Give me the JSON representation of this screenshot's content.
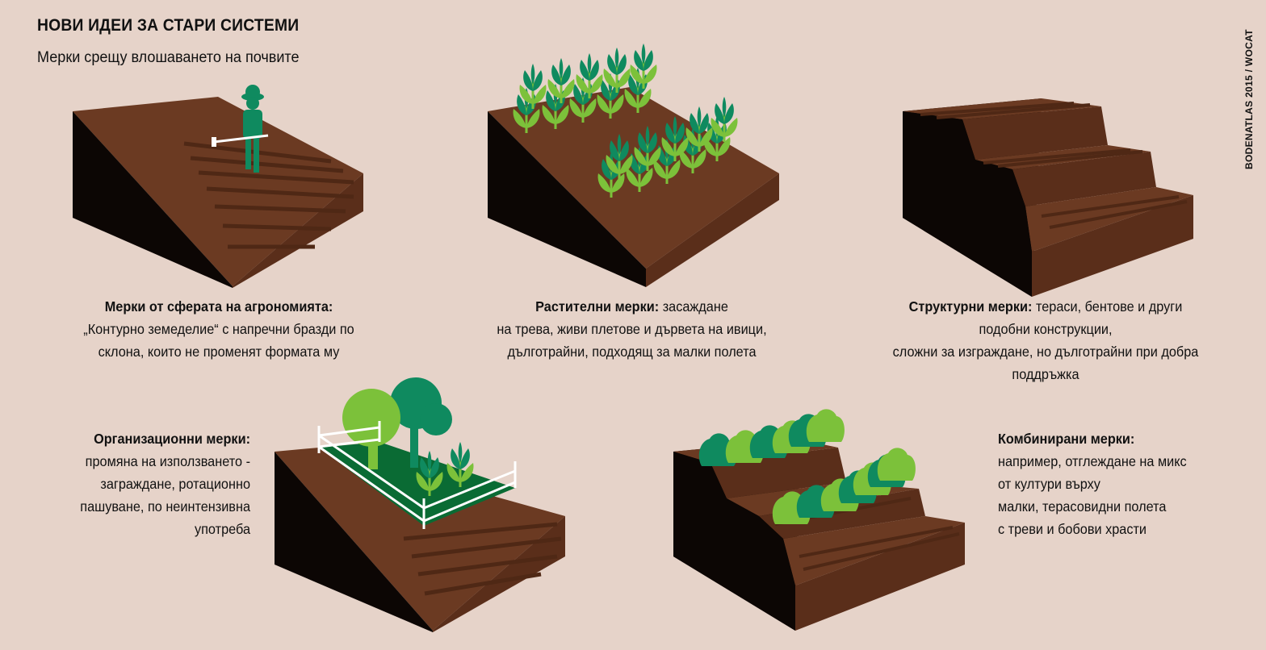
{
  "header": {
    "title": "НОВИ ИДЕИ ЗА СТАРИ СИСТЕМИ",
    "subtitle": "Мерки срещу влошаването на почвите",
    "credit": "BODENATLAS 2015 / WOCAT"
  },
  "colors": {
    "background": "#e6d3c9",
    "soil_top": "#6b3a22",
    "soil_side": "#5a2e1a",
    "soil_dark": "#0c0604",
    "green_dark": "#0f8a5f",
    "green_light": "#7cc13a"
  },
  "captions": {
    "agronomy": {
      "title": "Мерки от сферата на агрономията:",
      "lines": [
        "„Контурно земеделие“ с напречни бразди по",
        "склона, които не променят формата му"
      ]
    },
    "vegetative": {
      "title": "Растителни мерки:",
      "first": " засаждане",
      "lines": [
        "на трева, живи плетове и дървета на ивици,",
        "дълготрайни, подходящ за малки полета"
      ]
    },
    "structural": {
      "title": "Структурни мерки:",
      "first": " тераси, бентове и други",
      "lines": [
        "подобни конструкции,",
        "сложни за изграждане, но дълготрайни при добра",
        "поддръжка"
      ]
    },
    "management": {
      "title": "Организационни мерки:",
      "lines": [
        "промяна на използването -",
        "заграждане, ротационно",
        "пашуване, по неинтензивна",
        "употреба"
      ]
    },
    "combined": {
      "title": "Комбинирани мерки:",
      "lines": [
        "например, отглеждане на микс",
        "от култури върху",
        "малки, терасовидни полета",
        "с треви и бобови храсти"
      ]
    }
  }
}
